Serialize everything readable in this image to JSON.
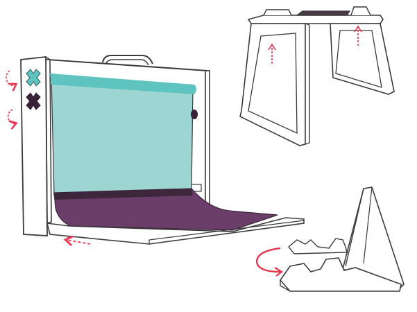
{
  "illustration": {
    "colors": {
      "outline": "#3a3a3a",
      "panel": "#ffffff",
      "teal_backdrop": "#9dd5d3",
      "teal_roll": "#5fc3c0",
      "purple_sweep": "#6b3e6a",
      "dark_purple": "#3a2338",
      "arrow_red": "#e8354f",
      "tray_dark": "#4a3a48"
    },
    "parts": [
      {
        "name": "photo-lightbox-frame"
      },
      {
        "name": "folding-table-stand"
      },
      {
        "name": "tablet-easel-stand"
      }
    ],
    "icons": [
      "teal-x-knob-icon",
      "purple-x-knob-icon",
      "rotate-arrow-icon",
      "slide-arrow-icon",
      "push-up-arrow-icon"
    ]
  }
}
